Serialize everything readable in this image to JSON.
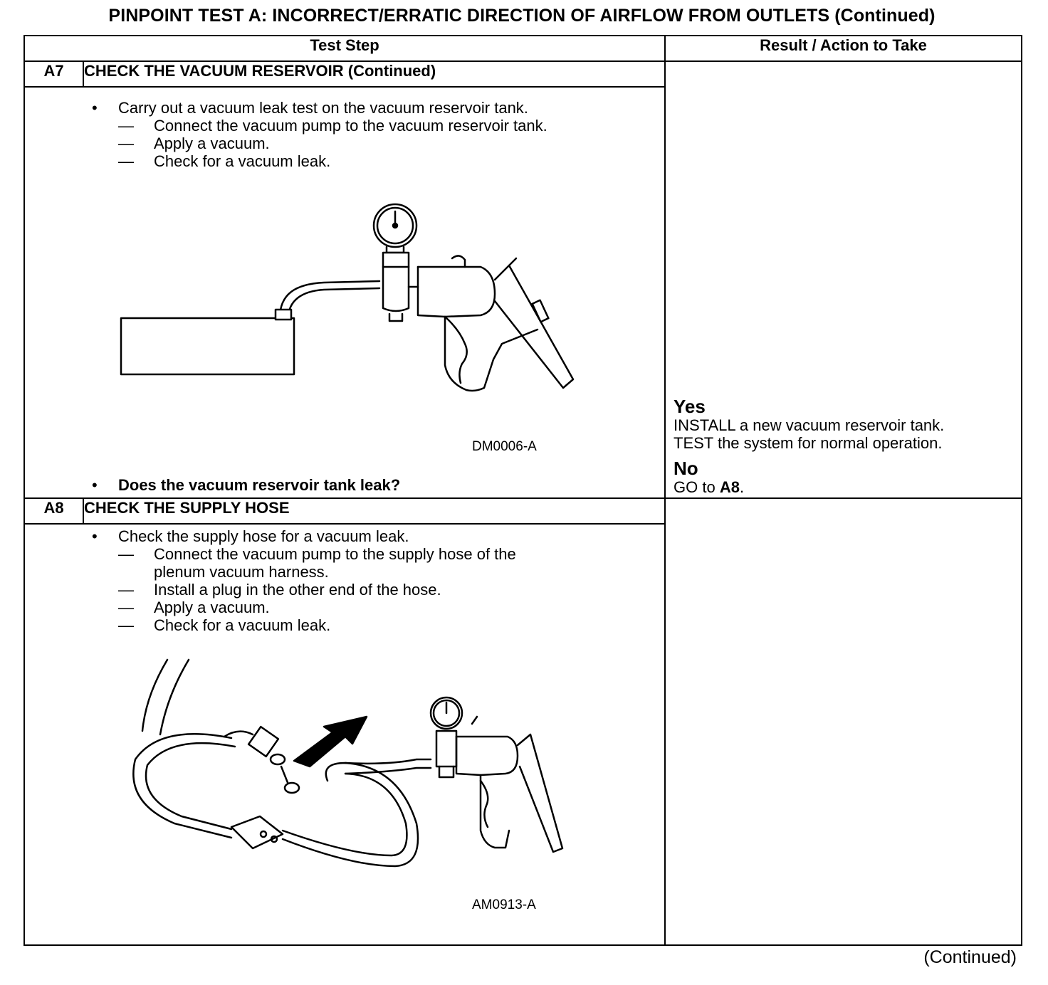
{
  "title": "PINPOINT TEST  A: INCORRECT/ERRATIC DIRECTION OF AIRFLOW FROM OUTLETS (Continued)",
  "table": {
    "col_test_step": "Test Step",
    "col_result": "Result / Action to Take"
  },
  "steps": [
    {
      "id": "A7",
      "title": "CHECK THE VACUUM RESERVOIR (Continued)",
      "bullet": "Carry out a vacuum leak test on the vacuum reservoir tank.",
      "substeps": [
        "Connect the vacuum pump to the vacuum reservoir tank.",
        "Apply a vacuum.",
        "Check for a vacuum leak."
      ],
      "figure_label": "DM0006-A",
      "question": "Does the vacuum reservoir tank leak?",
      "results": {
        "yes_label": "Yes",
        "yes_lines": [
          "INSTALL a new vacuum reservoir tank.",
          "TEST the system for normal operation."
        ],
        "no_label": "No",
        "no_prefix": "GO to ",
        "no_target": "A8",
        "no_suffix": "."
      }
    },
    {
      "id": "A8",
      "title": "CHECK THE SUPPLY HOSE",
      "bullet": "Check the supply hose for a vacuum leak.",
      "substeps": [
        "Connect the vacuum pump to the supply hose of the",
        "plenum vacuum harness.",
        "Install a plug in the other end of the hose.",
        "Apply a vacuum.",
        "Check for a vacuum leak."
      ],
      "figure_label": "AM0913-A"
    }
  ],
  "footer": "(Continued)"
}
